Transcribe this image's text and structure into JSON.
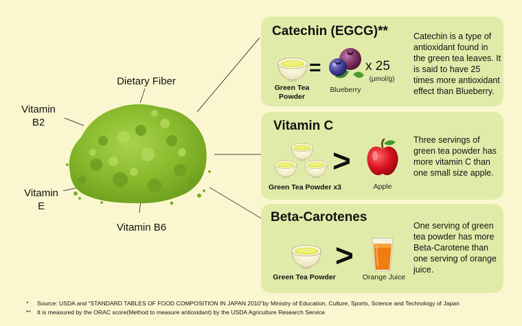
{
  "nutrients": {
    "dietary_fiber": "Dietary Fiber",
    "vitamin_b2_line1": "Vitamin",
    "vitamin_b2_line2": "B2",
    "vitamin_e_line1": "Vitamin",
    "vitamin_e_line2": "E",
    "vitamin_b6": "Vitamin B6"
  },
  "cards": {
    "catechin": {
      "title": "Catechin (EGCG)**",
      "equals": "=",
      "multiplier": "x 25",
      "unit": "(μmol/g)",
      "left_label_line1": "Green Tea",
      "left_label_line2": "Powder",
      "right_label": "Blueberry",
      "description": "Catechin is a type of antioxidant found in the green tea leaves. It is said to have 25 times more antioxidant effect than Blueberry."
    },
    "vitamin_c": {
      "title": "Vitamin C",
      "comparator": ">",
      "left_label": "Green Tea Powder x3",
      "right_label": "Apple",
      "description": "Three servings of green tea powder has  more vitamin C than one small size apple."
    },
    "beta_carotenes": {
      "title": "Beta-Carotenes",
      "comparator": ">",
      "left_label": "Green Tea Powder",
      "right_label": "Orange Juice",
      "description": "One serving of green tea powder has more Beta-Carotene than one serving of orange juice."
    }
  },
  "footnotes": {
    "note1_mark": "*",
    "note1_text": "Source: USDA and “STANDARD TABLES OF FOOD COMPOSITION IN JAPAN 2010”by Ministry of Education, Culture, Sports, Science and Technology of Japan",
    "note2_mark": "**",
    "note2_text": "It is measured by the ORAC score(Method to measure antioxidant) by the USDA Agriculture Research Service"
  },
  "colors": {
    "background": "#faf7d0",
    "card": "#e1eba9",
    "matcha": "#8dbf2e",
    "cup_rim": "#e4ea55",
    "apple": "#d8121f",
    "juice": "#ef7d12",
    "blueberry": "#7a2f5c"
  },
  "icons": {
    "powder": "matcha-powder-pile-icon",
    "cup": "green-tea-cup-icon",
    "blueberry": "blueberry-icon",
    "apple": "apple-icon",
    "juice": "orange-juice-glass-icon"
  }
}
